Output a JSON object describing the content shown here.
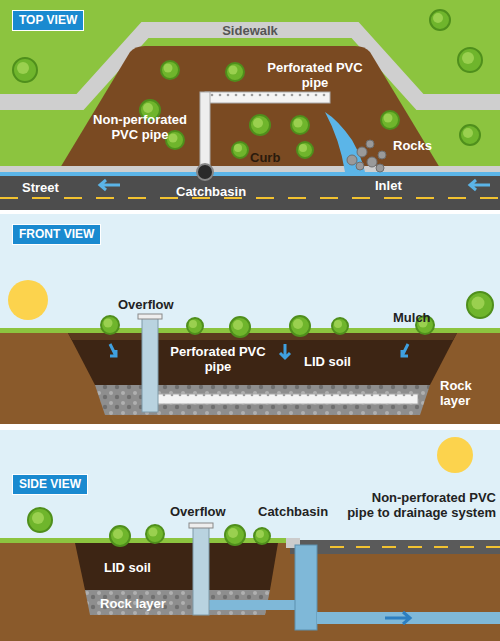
{
  "diagram": {
    "nodes": [
      {
        "text": [
          "TOP VIEW"
        ]
      },
      {
        "text": [
          "FRONT VIEW"
        ]
      },
      {
        "text": [
          "SIDE VIEW"
        ]
      }
    ],
    "labels": [
      "Sidewalk",
      "Perforated PVC pipe",
      "Non-perforated PVC pipe",
      "Rocks",
      "Curb",
      "Inlet",
      "Street",
      "Catchbasin",
      "Overflow",
      "Perforated PVC pipe",
      "Mulch",
      "LID soil",
      "Rock layer",
      "Overflow",
      "Catchbasin",
      "Non-perforated PVC pipe to drainage system",
      "LID soil",
      "Rock layer"
    ]
  }
}
